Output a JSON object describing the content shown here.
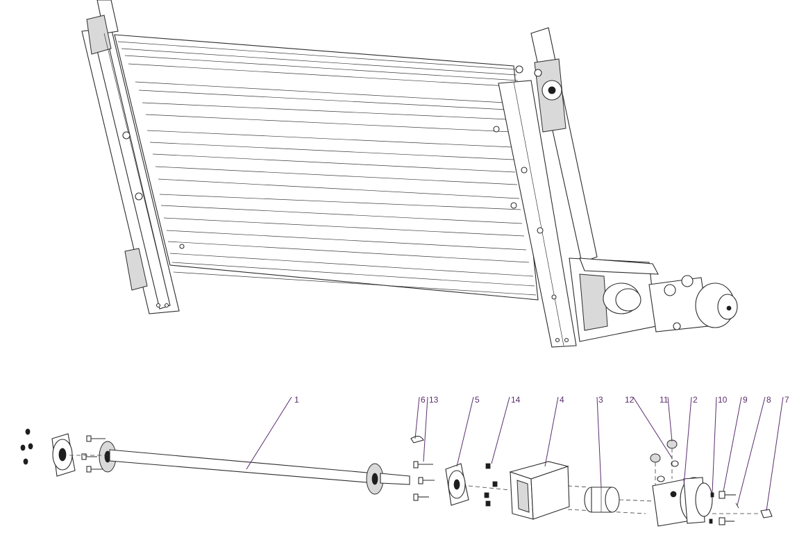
{
  "figure": {
    "views": [
      "assembled-isometric",
      "exploded-view"
    ],
    "callout_color": "#5a2d6e",
    "line_color": "#2b2b2b"
  },
  "callouts": [
    {
      "id": "c1",
      "label": "1",
      "part": "shaft"
    },
    {
      "id": "c2",
      "label": "2",
      "part": "motor"
    },
    {
      "id": "c3",
      "label": "3",
      "part": "coupling"
    },
    {
      "id": "c4",
      "label": "4",
      "part": "motor-bracket"
    },
    {
      "id": "c5",
      "label": "5",
      "part": "flange-bearing"
    },
    {
      "id": "c6",
      "label": "6",
      "part": "key"
    },
    {
      "id": "c7",
      "label": "7",
      "part": "screw"
    },
    {
      "id": "c8",
      "label": "8",
      "part": "pin"
    },
    {
      "id": "c9",
      "label": "9",
      "part": "bolt"
    },
    {
      "id": "c10",
      "label": "10",
      "part": "washer"
    },
    {
      "id": "c11",
      "label": "11",
      "part": "nut"
    },
    {
      "id": "c12",
      "label": "12",
      "part": "washer"
    },
    {
      "id": "c13",
      "label": "13",
      "part": "screw"
    },
    {
      "id": "c14",
      "label": "14",
      "part": "nut"
    }
  ]
}
